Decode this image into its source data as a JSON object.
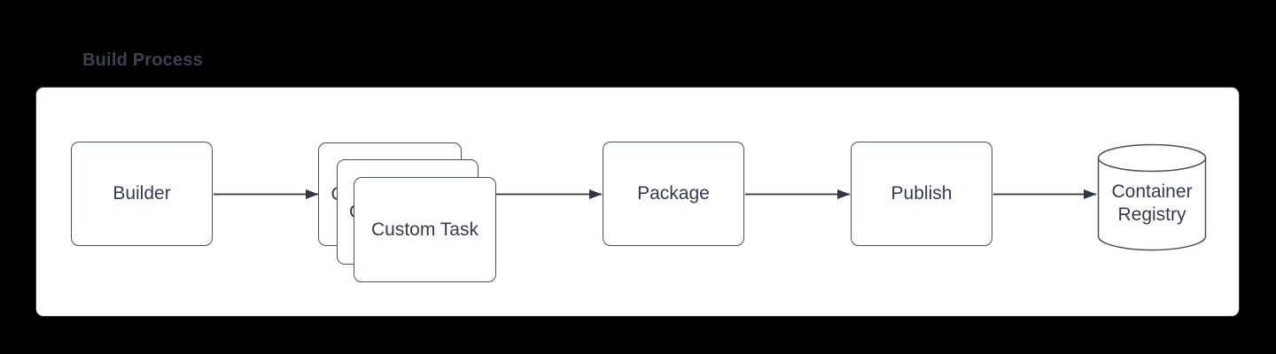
{
  "title": "Build Process",
  "diagram": {
    "type": "flowchart",
    "direction": "left-to-right",
    "nodes": [
      {
        "id": "builder",
        "label": "Builder",
        "shape": "rounded-rectangle"
      },
      {
        "id": "custom-task",
        "label": "Custom Task",
        "shape": "stacked-rounded-rectangles",
        "stack_count": 3
      },
      {
        "id": "package",
        "label": "Package",
        "shape": "rounded-rectangle"
      },
      {
        "id": "publish",
        "label": "Publish",
        "shape": "rounded-rectangle"
      },
      {
        "id": "container-registry",
        "label": "Container Registry",
        "shape": "cylinder"
      }
    ],
    "edges": [
      {
        "from": "builder",
        "to": "custom-task"
      },
      {
        "from": "custom-task",
        "to": "package"
      },
      {
        "from": "package",
        "to": "publish"
      },
      {
        "from": "publish",
        "to": "container-registry"
      }
    ]
  },
  "colors": {
    "canvas_background": "#000000",
    "panel_background": "#ffffff",
    "panel_border": "#39404c",
    "shape_border": "#485059",
    "text": "#333b4a",
    "arrow": "#2f3743",
    "title": "#3b4350"
  }
}
